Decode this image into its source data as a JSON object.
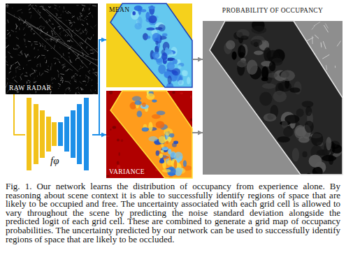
{
  "diagram": {
    "caption": "Fig. 1. Our network learns the distribution of occupancy from experience alone. By reasoning about scene context it is able to successfully identify regions of space that are likely to be occupied and free. The uncertainty associated with each grid cell is allowed to vary throughout the scene by predicting the noise standard deviation alongside the predicted logit of each grid cell. These are combined to generate a grid map of occupancy probabilities. The uncertainty predicted by our network can be used to successfully identify regions of space that are likely to be occluded.",
    "nodes": [
      {
        "text": [
          "RAW RADAR"
        ]
      },
      {
        "text": [
          "fφ"
        ]
      },
      {
        "text": [
          "MEAN"
        ]
      },
      {
        "text": [
          "VARIANCE"
        ]
      },
      {
        "text": [
          "PROBABILITY OF OCCUPANCY"
        ]
      }
    ],
    "edges": [
      {
        "from": 0,
        "to": 1,
        "arrow": "none"
      },
      {
        "from": 1,
        "to": 2,
        "arrow": "to"
      },
      {
        "from": 1,
        "to": 3,
        "arrow": "to"
      },
      {
        "from": 2,
        "to": 4,
        "arrow": "to"
      },
      {
        "from": 3,
        "to": 4,
        "arrow": "to"
      }
    ]
  }
}
